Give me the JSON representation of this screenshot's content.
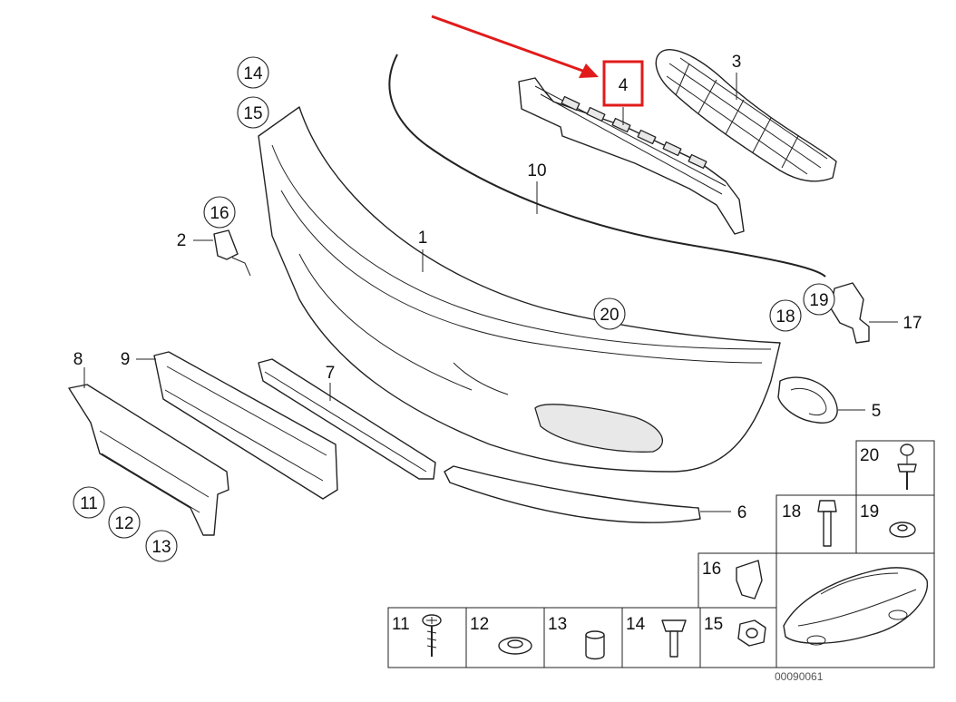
{
  "labels": {
    "n1": "1",
    "n2": "2",
    "n3": "3",
    "n4": "4",
    "n5": "5",
    "n6": "6",
    "n7": "7",
    "n8": "8",
    "n9": "9",
    "n10": "10",
    "n11": "11",
    "n12": "12",
    "n13": "13",
    "n14": "14",
    "n15": "15",
    "n16": "16",
    "n17": "17",
    "n18": "18",
    "n19": "19",
    "n20": "20"
  },
  "hardware_table": {
    "row1": [
      "20"
    ],
    "row2": [
      "18",
      "19"
    ],
    "row3": [
      "16"
    ],
    "row4": [
      "11",
      "12",
      "13",
      "14",
      "15"
    ]
  },
  "catalog_number": "00090061",
  "highlight_color": "#e11b1b"
}
